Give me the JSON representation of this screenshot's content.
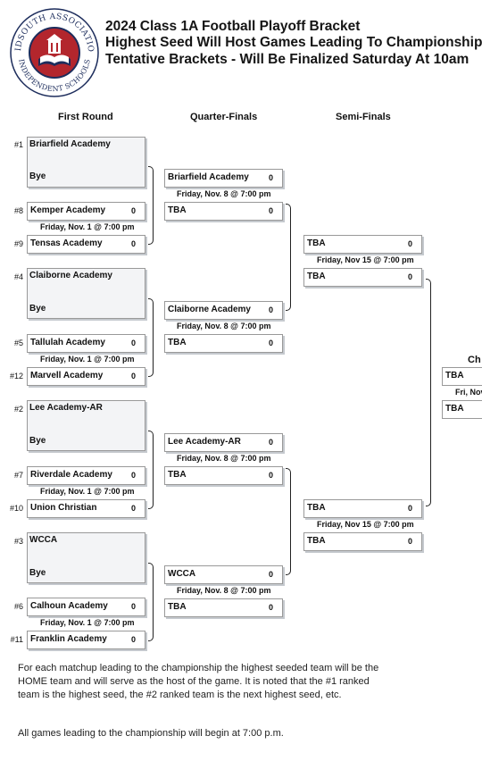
{
  "logo": {
    "text_top": "MIDSOUTH ASSOCIATION",
    "text_bottom": "INDEPENDENT SCHOOLS"
  },
  "header": {
    "line1": "2024 Class 1A Football Playoff Bracket",
    "line2": "Highest Seed Will Host Games Leading To Championship",
    "line3": "Tentative Brackets - Will Be Finalized Saturday At 10am"
  },
  "columns": {
    "first_round": "First Round",
    "quarter_finals": "Quarter-Finals",
    "semi_finals": "Semi-Finals",
    "championship": "Ch"
  },
  "first_round": [
    {
      "top_seed": "#1",
      "top_team": "Briarfield Academy",
      "bye": "Bye",
      "g_top_seed": "#8",
      "g_top_team": "Kemper Academy",
      "g_top_score": "0",
      "g_time": "Friday, Nov. 1 @ 7:00 pm",
      "g_bot_seed": "#9",
      "g_bot_team": "Tensas Academy",
      "g_bot_score": "0"
    },
    {
      "top_seed": "#4",
      "top_team": "Claiborne Academy",
      "bye": "Bye",
      "g_top_seed": "#5",
      "g_top_team": "Tallulah Academy",
      "g_top_score": "0",
      "g_time": "Friday, Nov. 1 @ 7:00 pm",
      "g_bot_seed": "#12",
      "g_bot_team": "Marvell Academy",
      "g_bot_score": "0"
    },
    {
      "top_seed": "#2",
      "top_team": "Lee Academy-AR",
      "bye": "Bye",
      "g_top_seed": "#7",
      "g_top_team": "Riverdale Academy",
      "g_top_score": "0",
      "g_time": "Friday, Nov. 1 @ 7:00 pm",
      "g_bot_seed": "#10",
      "g_bot_team": "Union Christian",
      "g_bot_score": "0"
    },
    {
      "top_seed": "#3",
      "top_team": "WCCA",
      "bye": "Bye",
      "g_top_seed": "#6",
      "g_top_team": "Calhoun Academy",
      "g_top_score": "0",
      "g_time": "Friday, Nov. 1 @ 7:00 pm",
      "g_bot_seed": "#11",
      "g_bot_team": "Franklin Academy",
      "g_bot_score": "0"
    }
  ],
  "quarter_finals": [
    {
      "top_team": "Briarfield Academy",
      "top_score": "0",
      "time": "Friday, Nov. 8 @ 7:00 pm",
      "bot_team": "TBA",
      "bot_score": "0"
    },
    {
      "top_team": "Claiborne Academy",
      "top_score": "0",
      "time": "Friday, Nov. 8 @ 7:00 pm",
      "bot_team": "TBA",
      "bot_score": "0"
    },
    {
      "top_team": "Lee Academy-AR",
      "top_score": "0",
      "time": "Friday, Nov. 8 @ 7:00 pm",
      "bot_team": "TBA",
      "bot_score": "0"
    },
    {
      "top_team": "WCCA",
      "top_score": "0",
      "time": "Friday, Nov. 8 @ 7:00 pm",
      "bot_team": "TBA",
      "bot_score": "0"
    }
  ],
  "semi_finals": [
    {
      "top_team": "TBA",
      "top_score": "0",
      "time": "Friday, Nov 15 @ 7:00 pm",
      "bot_team": "TBA",
      "bot_score": "0"
    },
    {
      "top_team": "TBA",
      "top_score": "0",
      "time": "Friday, Nov 15 @ 7:00 pm",
      "bot_team": "TBA",
      "bot_score": "0"
    }
  ],
  "championship": {
    "top_team": "TBA",
    "time": "Fri, Nov",
    "bot_team": "TBA"
  },
  "notes": {
    "paragraph1": "For each matchup leading to the championship the highest seeded team will be the HOME team and will serve as the host of the game. It is noted that the #1 ranked team is the highest seed, the #2 ranked team is the next highest seed, etc.",
    "paragraph2": "All games leading to the championship will begin at 7:00 p.m."
  },
  "colors": {
    "logo_red": "#b3262d",
    "logo_navy": "#1d2d5c",
    "box_shadow": "#c5c9ce"
  }
}
